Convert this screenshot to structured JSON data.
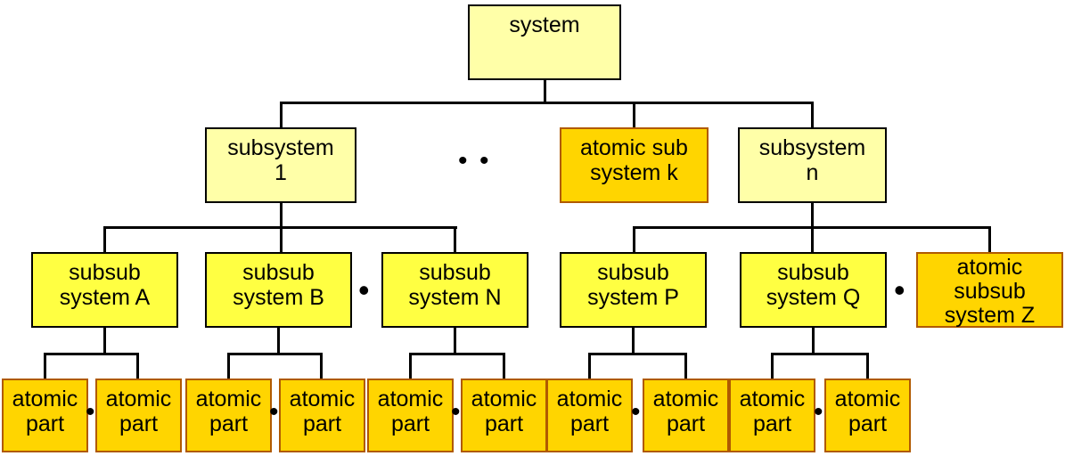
{
  "colors": {
    "pale_yellow": "#ffffa8",
    "bright_yellow": "#ffff42",
    "gold": "#ffd500",
    "line": "#000000",
    "border": "#000000",
    "atomic_border": "#b05a00"
  },
  "nodes": {
    "system": "system",
    "subsystem_1": "subsystem\n1",
    "atomic_sub_k": "atomic sub\nsystem k",
    "subsystem_n": "subsystem\nn",
    "subsub_a": "subsub\nsystem A",
    "subsub_b": "subsub\nsystem B",
    "subsub_n": "subsub\nsystem N",
    "subsub_p": "subsub\nsystem P",
    "subsub_q": "subsub\nsystem Q",
    "atomic_subsub_z": "atomic\nsubsub\nsystem Z"
  },
  "parts": [
    "atomic\npart",
    "atomic\npart",
    "atomic\npart",
    "atomic\npart",
    "atomic\npart",
    "atomic\npart",
    "atomic\npart",
    "atomic\npart",
    "atomic\npart",
    "atomic\npart"
  ],
  "dots": {
    "single": "•"
  }
}
